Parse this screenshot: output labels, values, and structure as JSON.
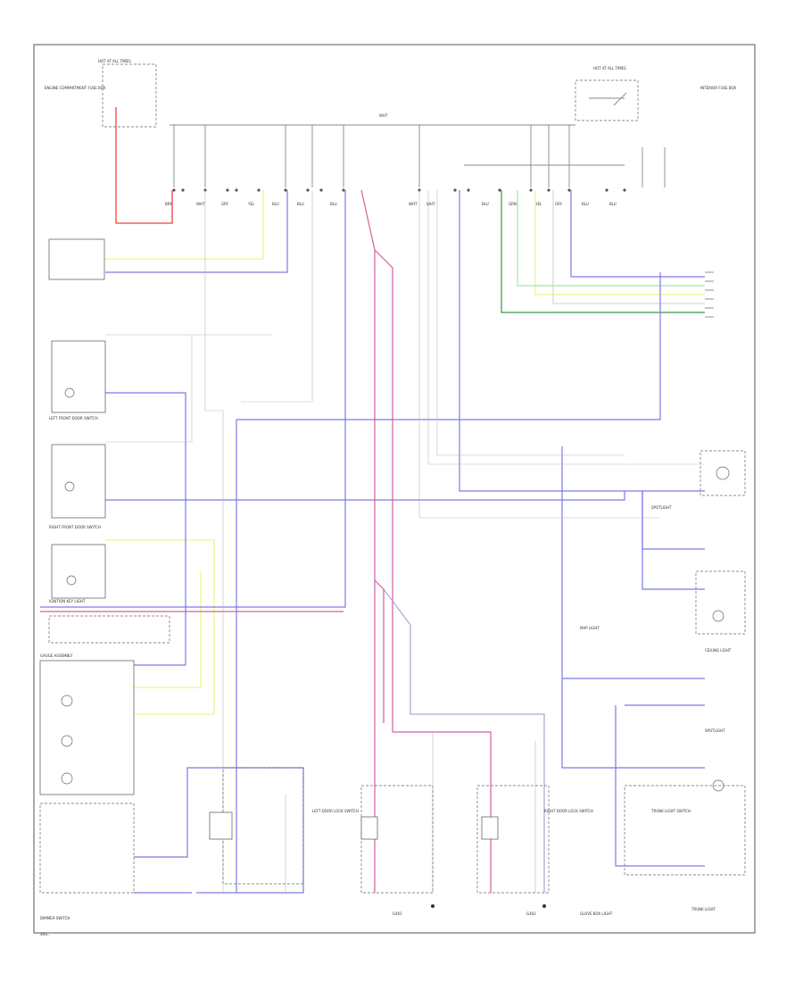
{
  "diagram": {
    "footer_code": "SRS...",
    "palette": {
      "red": "#f04040",
      "yellow": "#f2f28c",
      "green": "#3a9a3a",
      "light_green": "#a0e8a0",
      "blue": "#7a7ae8",
      "pink": "#d060a0",
      "gray": "#8a8a8a"
    },
    "labels": {
      "fuse_box_left": "HOT AT ALL TIMES",
      "fuse_box_right": "HOT AT ALL TIMES",
      "bus_label": "WHT",
      "left_top_component": "ENGINE COMPARTMENT FUSE BOX",
      "right_top_component": "INTERIOR FUSE BOX",
      "gauge_assembly": "GAUGE ASSEMBLY",
      "left_courtesy_switch": "LEFT FRONT DOOR SWITCH",
      "right_courtesy_switch": "RIGHT FRONT DOOR SWITCH",
      "ignition_key_light": "IGNITION KEY LIGHT",
      "dash_light_switch": "DIMMER SWITCH",
      "map_light": "MAP LIGHT",
      "spotlight_left": "SPOTLIGHT",
      "spotlight_right": "SPOTLIGHT",
      "ceiling_light": "CEILING LIGHT",
      "left_door_lock": "LEFT DOOR LOCK SWITCH",
      "right_door_lock": "RIGHT DOOR LOCK SWITCH",
      "trunk_light": "TRUNK LIGHT",
      "trunk_switch": "TRUNK LIGHT SWITCH",
      "ground_left": "G401",
      "ground_right": "G402",
      "glove_box_light": "GLOVE BOX LIGHT"
    }
  }
}
